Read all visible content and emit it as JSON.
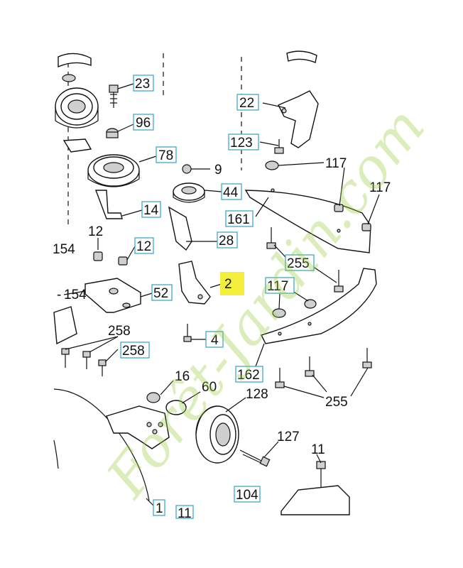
{
  "callouts": [
    {
      "text": "23"
    },
    {
      "text": "96"
    },
    {
      "text": "78"
    },
    {
      "text": "9"
    },
    {
      "text": "44"
    },
    {
      "text": "14"
    },
    {
      "text": "12"
    },
    {
      "text": "12"
    },
    {
      "text": "154"
    },
    {
      "text": "154"
    },
    {
      "text": "52"
    },
    {
      "text": "28"
    },
    {
      "text": "2"
    },
    {
      "text": "4"
    },
    {
      "text": "22"
    },
    {
      "text": "123"
    },
    {
      "text": "117"
    },
    {
      "text": "117"
    },
    {
      "text": "161"
    },
    {
      "text": "255"
    },
    {
      "text": "117"
    },
    {
      "text": "162"
    },
    {
      "text": "255"
    },
    {
      "text": "258"
    },
    {
      "text": "258"
    },
    {
      "text": "16"
    },
    {
      "text": "60"
    },
    {
      "text": "128"
    },
    {
      "text": "127"
    },
    {
      "text": "11"
    },
    {
      "text": "104"
    },
    {
      "text": "1"
    },
    {
      "text": "11"
    }
  ],
  "highlighted_part": "2",
  "watermark": {
    "text": "Forêt-Jardin.com",
    "color": "#9acd3b"
  },
  "colors": {
    "callout_box_border": "#3fa9c9",
    "highlight": "#f3ef3a"
  }
}
